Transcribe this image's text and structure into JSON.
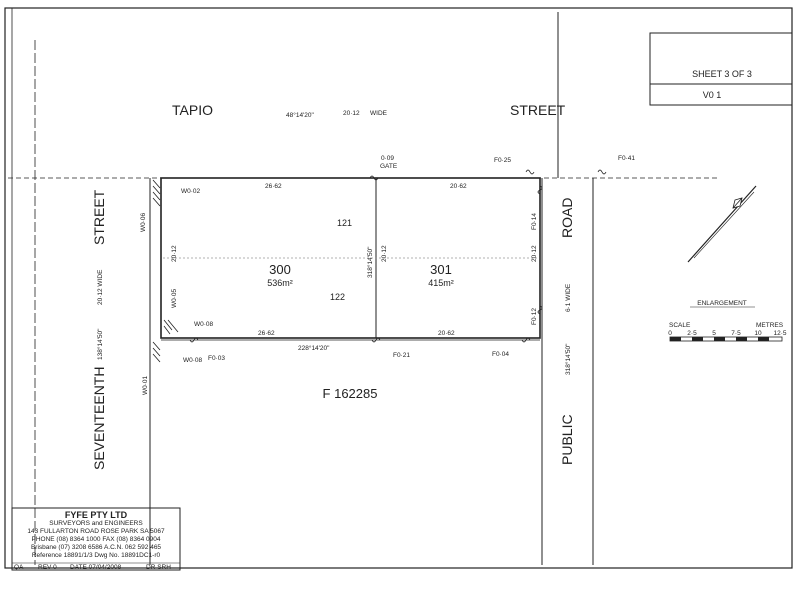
{
  "sheet": {
    "sheet_label": "SHEET 3 OF 3",
    "version": "V0 1"
  },
  "streets": {
    "tapio_left": "TAPIO",
    "tapio_right": "STREET",
    "tapio_bearing": "48°14'20\"",
    "tapio_width": "20·12",
    "tapio_width_word": "WIDE",
    "seventeenth_top": "STREET",
    "seventeenth_bottom": "SEVENTEENTH",
    "seventeenth_width": "20·12 WIDE",
    "seventeenth_bearing": "138°14'50\"",
    "public_top": "ROAD",
    "public_bottom": "PUBLIC",
    "public_width": "6·1 WIDE",
    "public_bearing": "318°14'50\""
  },
  "lots": [
    {
      "number": "300",
      "area": "536m²"
    },
    {
      "number": "301",
      "area": "415m²"
    }
  ],
  "dimensions": {
    "top_left": "26·62",
    "top_right": "20·62",
    "bottom_left": "26·62",
    "bottom_right": "20·62",
    "left_side": "20·12",
    "middle_side": "20·12",
    "right_side": "20·12",
    "middle_bearing": "318°14'50\"",
    "bottom_bearing": "228°14'20\"",
    "ref_121": "121",
    "ref_122": "122"
  },
  "offsets": {
    "gate_value": "0·09",
    "gate_label": "GATE",
    "fo_025": "F0·25",
    "fo_041": "F0·41",
    "fo_014": "F0·14",
    "fo_012": "F0·12",
    "fo_004": "F0·04",
    "fo_021": "F0·21",
    "fo_003": "F0·03",
    "wo_002": "W0·02",
    "wo_006": "W0·06",
    "wo_005": "W0·05",
    "wo_008a": "W0·08",
    "wo_008b": "W0·08",
    "wo_001": "W0·01"
  },
  "parcel": "F 162285",
  "enlargement": {
    "title": "ENLARGEMENT",
    "scale_label": "SCALE",
    "units_label": "METRES",
    "ticks": [
      "0",
      "2·5",
      "5",
      "7·5",
      "10",
      "12·5"
    ]
  },
  "firm": {
    "name": "FYFE PTY LTD",
    "subtitle": "SURVEYORS and ENGINEERS",
    "address": "143 FULLARTON ROAD ROSE PARK SA 5067",
    "phone": "PHONE  (08) 8364 1000   FAX  (08) 8364 0904",
    "brisbane": "Brisbane (07) 3208 6586 A.C.N.  062 592 465",
    "reference": "Reference  18891/1/3      Dwg No.  18891DC1-r0"
  },
  "footer": {
    "qa": "QA",
    "rev": "REV  0",
    "date": "DATE  07/04/2008",
    "dr": "DR  SRH"
  },
  "colors": {
    "ink": "#222222",
    "paper": "#ffffff"
  }
}
